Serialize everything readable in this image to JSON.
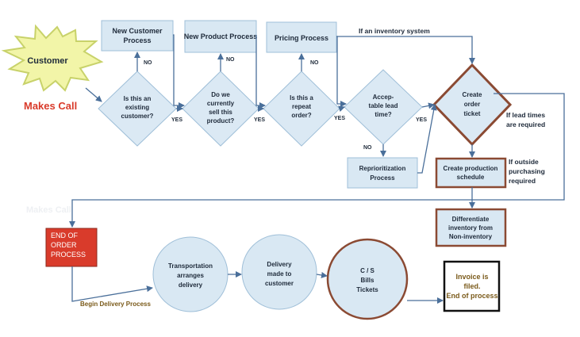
{
  "customer": {
    "label": "Customer",
    "action": "Makes Call",
    "ghost": "Makes Call"
  },
  "boxes": {
    "new_customer": [
      "New Customer",
      "Process"
    ],
    "new_product": [
      "New Product Process"
    ],
    "pricing": [
      "Pricing Process"
    ],
    "reprioritization": [
      "Reprioritization",
      "Process"
    ],
    "production_schedule": [
      "Create production",
      "schedule"
    ],
    "differentiate": [
      "Differentiate",
      "inventory from",
      "Non-inventory"
    ],
    "end_order": [
      "END OF",
      "ORDER",
      "PROCESS"
    ]
  },
  "decisions": {
    "existing_customer": [
      "Is this an",
      "existing",
      "customer?"
    ],
    "currently_sell": [
      "Do we",
      "currently",
      "sell this",
      "product?"
    ],
    "repeat_order": [
      "Is this a",
      "repeat",
      "order?"
    ],
    "lead_time": [
      "Accep-",
      "table lead",
      "time?"
    ],
    "order_ticket": [
      "Create",
      "order",
      "ticket"
    ]
  },
  "circles": {
    "transportation": [
      "Transportation",
      "arranges",
      "delivery"
    ],
    "delivery": [
      "Delivery",
      "made to",
      "customer"
    ],
    "cs_bills": [
      "C / S",
      "Bills",
      "Tickets"
    ]
  },
  "final": [
    "Invoice is",
    "filed.",
    "End of process"
  ],
  "edge_labels": {
    "no": "NO",
    "yes": "YES"
  },
  "notes": {
    "inventory_system": "If an inventory system",
    "lead_times": [
      "If lead times",
      "are required"
    ],
    "outside_purchasing": [
      "If outside",
      "purchasing",
      "required"
    ],
    "begin_delivery": "Begin Delivery Process"
  },
  "colors": {
    "box_fill": "#d9e8f3",
    "box_stroke": "#9fbfd8",
    "decision_fill": "#dbe9f4",
    "circle_fill": "#d9e8f3",
    "accent_red": "#d93b2b",
    "accent_brown": "#8b4a33",
    "final_stroke": "#111111",
    "final_text": "#7a5a1a",
    "arrow": "#4a6f9a",
    "star_fill": "#f2f5a8",
    "star_stroke": "#c8d26a"
  }
}
